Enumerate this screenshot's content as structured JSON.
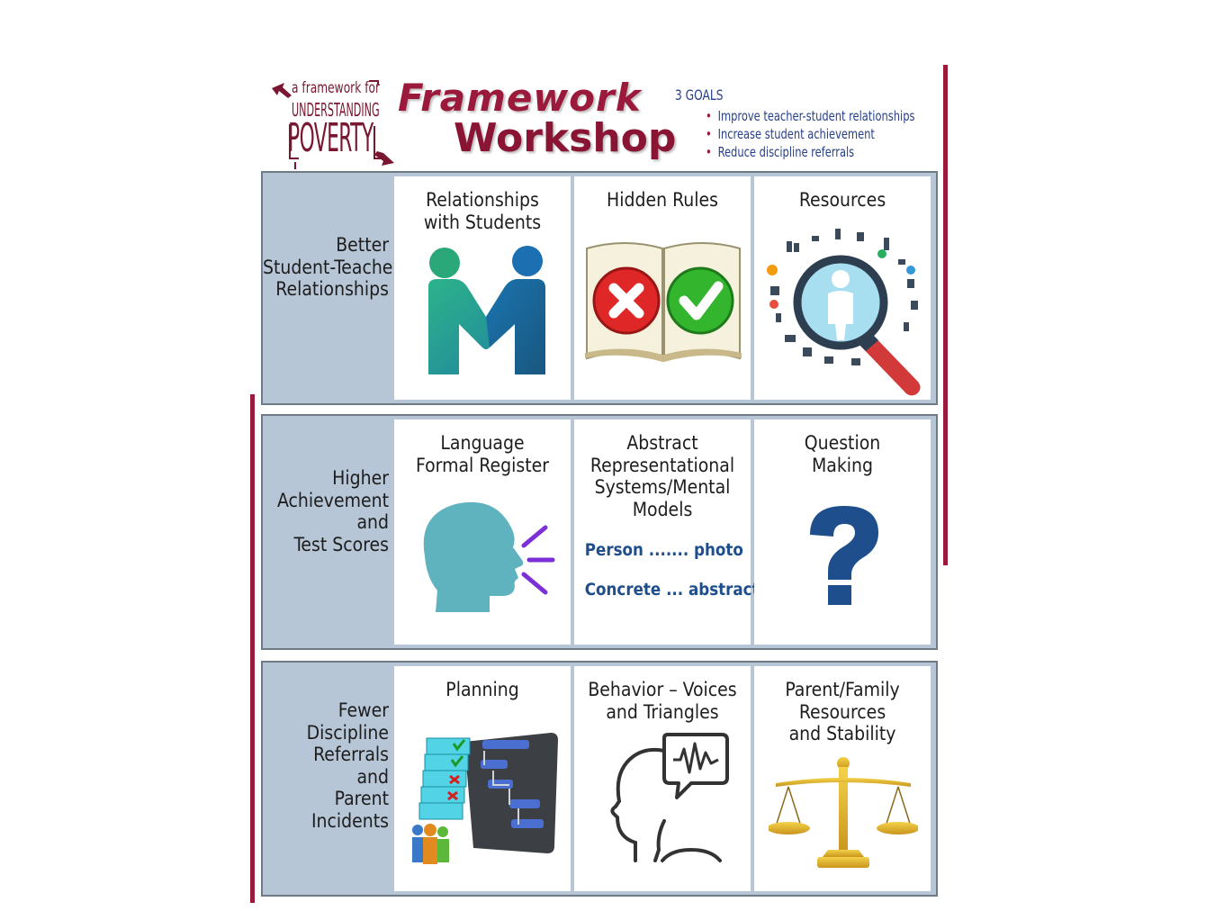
{
  "header": {
    "logo": {
      "line1": "a framework for",
      "line2": "UNDERSTANDING",
      "line3": "POVERTY"
    },
    "title_line1": "Framework",
    "title_line2": "Workshop",
    "goals_heading": "3 GOALS",
    "goals": [
      "Improve teacher-student relationships",
      "Increase student achievement",
      "Reduce discipline referrals"
    ]
  },
  "rows": [
    {
      "label": [
        "Better",
        "Student-Teacher",
        "Relationships"
      ],
      "cells": [
        {
          "title": [
            "Relationships",
            "with Students"
          ],
          "icon": "two-people-icon"
        },
        {
          "title": [
            "Hidden Rules"
          ],
          "icon": "open-book-icon"
        },
        {
          "title": [
            "Resources"
          ],
          "icon": "magnifier-person-icon"
        }
      ]
    },
    {
      "label": [
        "Higher",
        "Achievement",
        "and",
        "Test Scores"
      ],
      "cells": [
        {
          "title": [
            "Language",
            "Formal Register"
          ],
          "icon": "speaking-head-icon"
        },
        {
          "title": [
            "Abstract",
            "Representational",
            "Systems/Mental",
            "Models"
          ],
          "lines": [
            "Person ....... photo",
            "Concrete ... abstract"
          ]
        },
        {
          "title": [
            "Question",
            "Making"
          ],
          "icon": "question-mark-icon"
        }
      ]
    },
    {
      "label": [
        "Fewer",
        "Discipline",
        "Referrals",
        "and",
        "Parent",
        "Incidents"
      ],
      "cells": [
        {
          "title": [
            "Planning"
          ],
          "icon": "planning-chart-icon"
        },
        {
          "title": [
            "Behavior – Voices",
            "and Triangles"
          ],
          "icon": "head-voice-icon"
        },
        {
          "title": [
            "Parent/Family",
            "Resources",
            "and Stability"
          ],
          "icon": "balance-scale-icon"
        }
      ]
    }
  ],
  "colors": {
    "accent": "#9b1a3c",
    "row_background": "#b7c6d6",
    "goal_text": "#27408b",
    "abstract_text": "#1f4e8c"
  }
}
